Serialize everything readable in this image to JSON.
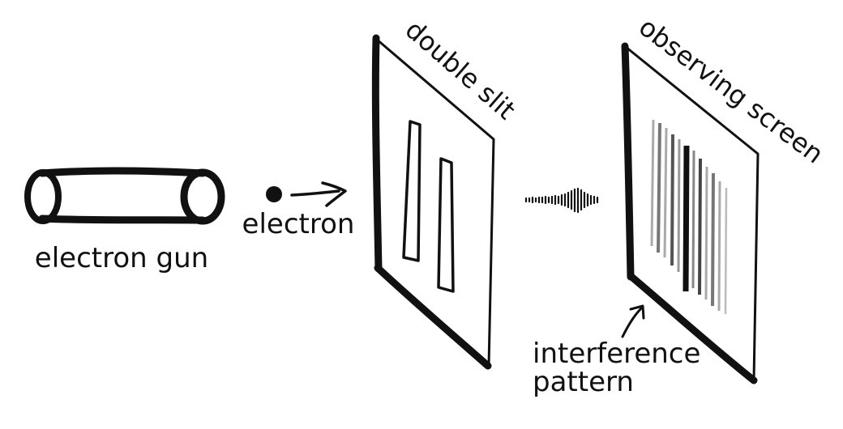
{
  "labels": {
    "electron_gun": "electron gun",
    "electron": "electron",
    "double_slit": "double slit",
    "observing_screen": "observing screen",
    "interference_line1": "interference",
    "interference_line2": "pattern"
  },
  "colors": {
    "ink": "#111111",
    "background": "#ffffff",
    "fringe_dark": "#111111",
    "fringe_mid": "#555555",
    "fringe_light": "#aaaaaa"
  },
  "icons": [
    "electron-gun-icon",
    "electron-dot-icon",
    "motion-arrow-icon",
    "double-slit-icon",
    "wave-icon",
    "observing-screen-icon",
    "pointer-arrow-icon"
  ]
}
